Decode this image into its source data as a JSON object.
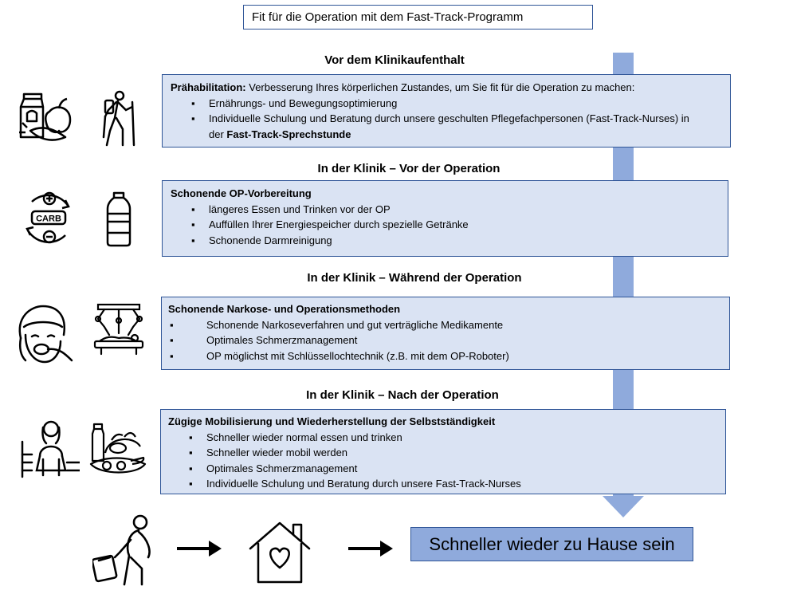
{
  "title": "Fit für die Operation mit dem Fast-Track-Programm",
  "sections": [
    {
      "heading": "Vor dem Klinikaufenthalt",
      "lead_bold": "Prähabilitation:",
      "lead_text": " Verbesserung Ihres körperlichen Zustandes, um Sie fit für die Operation zu machen:",
      "items": [
        "Ernährungs- und Bewegungsoptimierung",
        "Individuelle Schulung und Beratung durch unsere geschulten Pflegefachpersonen (Fast-Track-Nurses) in der "
      ],
      "item2_bold": "Fast-Track-Sprechstunde",
      "icons": [
        "food-icon",
        "hiker-icon"
      ]
    },
    {
      "heading": "In der Klinik – Vor der Operation",
      "lead_bold": "Schonende OP-Vorbereitung",
      "items": [
        "längeres Essen und Trinken vor der OP",
        "Auffüllen Ihrer Energiespeicher durch spezielle Getränke",
        "Schonende Darmreinigung"
      ],
      "icons": [
        "carb-icon",
        "water-bottle-icon"
      ],
      "carb_label": "CARB"
    },
    {
      "heading": "In der Klinik – Während der Operation",
      "lead_bold": "Schonende Narkose- und Operationsmethoden",
      "items": [
        "Schonende Narkoseverfahren und gut verträgliche Medikamente",
        "Optimales Schmerzmanagement",
        "OP möglichst mit Schlüssellochtechnik (z.B. mit dem OP-Roboter)"
      ],
      "icons": [
        "anesthesia-mask-icon",
        "surgical-robot-icon"
      ]
    },
    {
      "heading": "In der Klinik – Nach der Operation",
      "lead_bold": "Zügige Mobilisierung und Wiederherstellung der Selbstständigkeit",
      "items": [
        "Schneller wieder normal essen und trinken",
        "Schneller wieder mobil werden",
        "Optimales Schmerzmanagement",
        "Individuelle Schulung und Beratung durch unsere Fast-Track-Nurses"
      ],
      "icons": [
        "patient-bed-icon",
        "groceries-icon"
      ]
    }
  ],
  "final_text": "Schneller wieder zu Hause sein",
  "bottom_icons": [
    "traveler-icon",
    "arrow-right-icon",
    "home-heart-icon",
    "arrow-right-icon"
  ],
  "colors": {
    "box_fill": "#dae3f3",
    "box_border": "#2f5597",
    "arrow": "#8faadc",
    "final_fill": "#8faadc"
  }
}
